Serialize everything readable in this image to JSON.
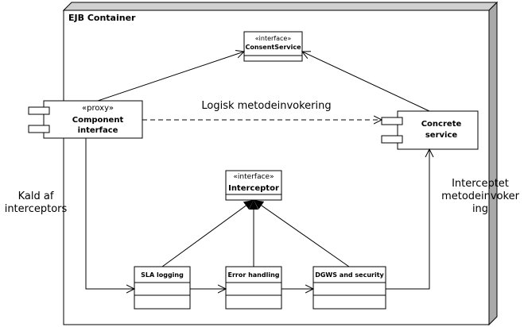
{
  "container": {
    "title": "EJB Container"
  },
  "consent_service": {
    "stereotype": "«interface»",
    "name": "ConsentService"
  },
  "interceptor": {
    "stereotype": "«interface»",
    "name": "Interceptor"
  },
  "component_interface": {
    "stereotype": "«proxy»",
    "name_line1": "Component",
    "name_line2": "interface"
  },
  "concrete_service": {
    "name_line1": "Concrete",
    "name_line2": "service"
  },
  "classes": {
    "sla": "SLA logging",
    "error": "Error handling",
    "dgws": "DGWS and security"
  },
  "labels": {
    "logical_invocation": "Logisk metodeinvokering",
    "kald_line1": "Kald af",
    "kald_line2": "interceptors",
    "intercepted_line1": "Interceptet",
    "intercepted_line2": "metodeinvoker",
    "intercepted_line3": "ing"
  }
}
